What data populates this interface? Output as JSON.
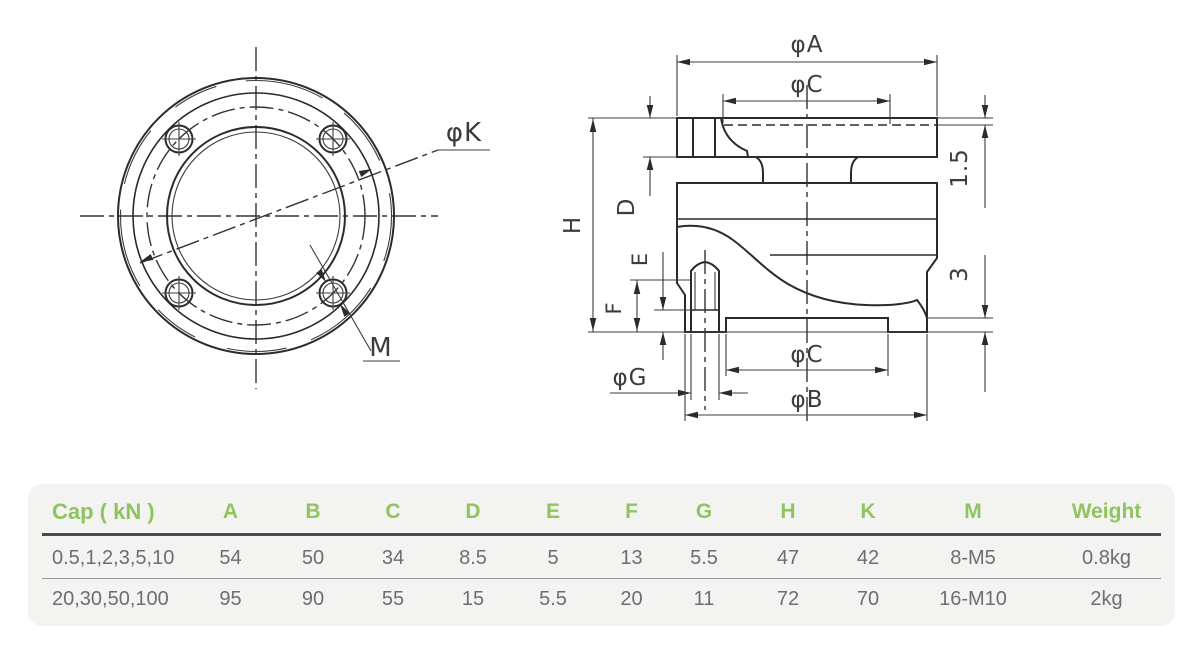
{
  "colors": {
    "accent_green": "#8fc45f",
    "line_dark": "#2b2b2b",
    "table_text": "#6e6e6e",
    "card_bg": "#f3f3f2"
  },
  "drawing": {
    "front_view": {
      "bolt_circle_label": "φK",
      "thread_label": "M"
    },
    "section_view": {
      "top_outer_dia": "φA",
      "top_recess_dia": "φC",
      "recess_depth": "1.5",
      "flange_thickness": "D",
      "overall_height": "H",
      "counterbore_depth": "E",
      "hole_depth": "F",
      "foot_step": "3",
      "hole_dia": "φG",
      "bottom_recess_dia": "φC",
      "bottom_outer_dia": "φB"
    }
  },
  "table": {
    "headers": [
      "Cap ( kN )",
      "A",
      "B",
      "C",
      "D",
      "E",
      "F",
      "G",
      "H",
      "K",
      "M",
      "Weight"
    ],
    "rows": [
      {
        "cells": [
          "0.5,1,2,3,5,10",
          "54",
          "50",
          "34",
          "8.5",
          "5",
          "13",
          "5.5",
          "47",
          "42",
          "8-M5",
          "0.8kg"
        ]
      },
      {
        "cells": [
          "20,30,50,100",
          "95",
          "90",
          "55",
          "15",
          "5.5",
          "20",
          "11",
          "72",
          "70",
          "16-M10",
          "2kg"
        ]
      }
    ]
  }
}
